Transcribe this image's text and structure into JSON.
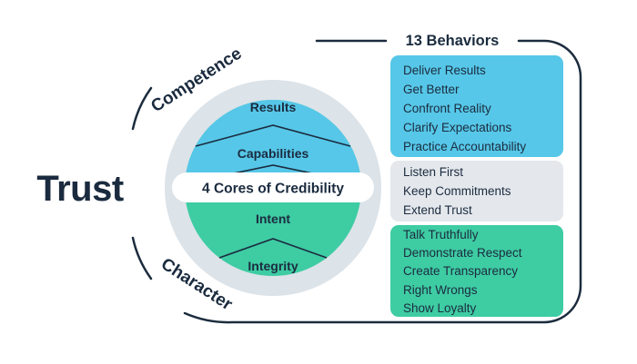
{
  "trust_label": "Trust",
  "axis_labels": {
    "competence": "Competence",
    "character": "Character"
  },
  "cores": {
    "pill_label": "4 Cores of Credibility",
    "labels": [
      "Results",
      "Capabilities",
      "Intent",
      "Integrity"
    ]
  },
  "behaviors": {
    "heading": "13 Behaviors",
    "groups": [
      {
        "group": "competence",
        "color": "#56C7E8",
        "items": [
          "Deliver Results",
          "Get Better",
          "Confront Reality",
          "Clarify Expectations",
          "Practice Accountability"
        ]
      },
      {
        "group": "competence-and-character",
        "color": "#E4E8EC",
        "items": [
          "Listen First",
          "Keep Commitments",
          "Extend Trust"
        ]
      },
      {
        "group": "character",
        "color": "#3ECCA3",
        "items": [
          "Talk Truthfully",
          "Demonstrate Respect",
          "Create Transparency",
          "Right Wrongs",
          "Show Loyalty"
        ]
      }
    ]
  },
  "colors": {
    "navy": "#1B2B3F",
    "competence_text": "#29A3D8",
    "character_text": "#2ABD98",
    "ring_gray": "#DCE3E9",
    "circle_top_blue": "#56C7E8",
    "circle_bottom_teal": "#3ECCA3",
    "pill_bg": "#FFFFFF"
  }
}
